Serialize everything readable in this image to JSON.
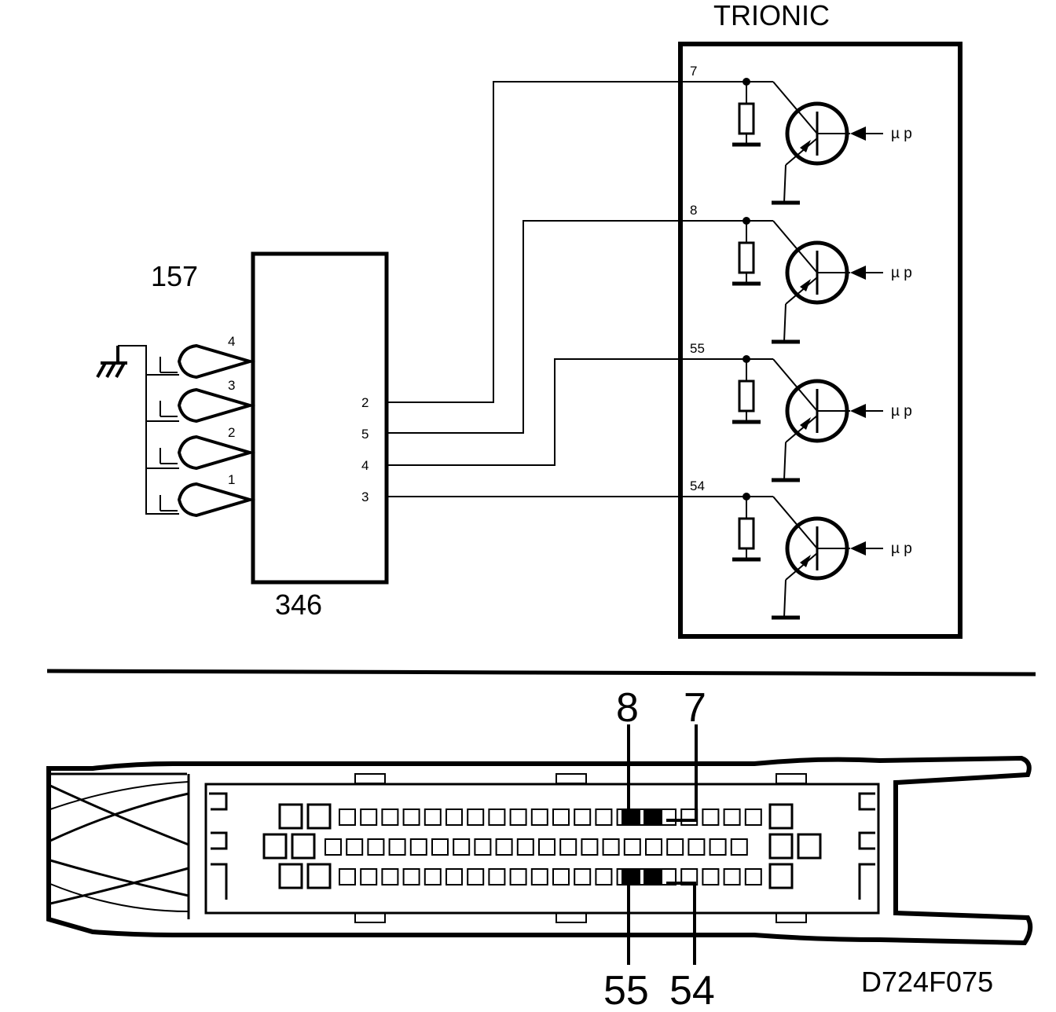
{
  "labels": {
    "ecu_title": "TRIONIC",
    "ignition_coil_id": "157",
    "ignition_module_id": "346",
    "drawing_ref": "D724F075"
  },
  "ignition_coil_pins": [
    "4",
    "3",
    "2",
    "1"
  ],
  "module_pins": [
    "2",
    "5",
    "4",
    "3"
  ],
  "ecu_channels": [
    {
      "pin": "7",
      "input_label": "µ p"
    },
    {
      "pin": "8",
      "input_label": "µ p"
    },
    {
      "pin": "55",
      "input_label": "µ p"
    },
    {
      "pin": "54",
      "input_label": "µ p"
    }
  ],
  "connector_callouts": {
    "top": [
      "8",
      "7"
    ],
    "bottom": [
      "55",
      "54"
    ]
  },
  "colors": {
    "ink": "#000000",
    "paper": "#ffffff"
  }
}
